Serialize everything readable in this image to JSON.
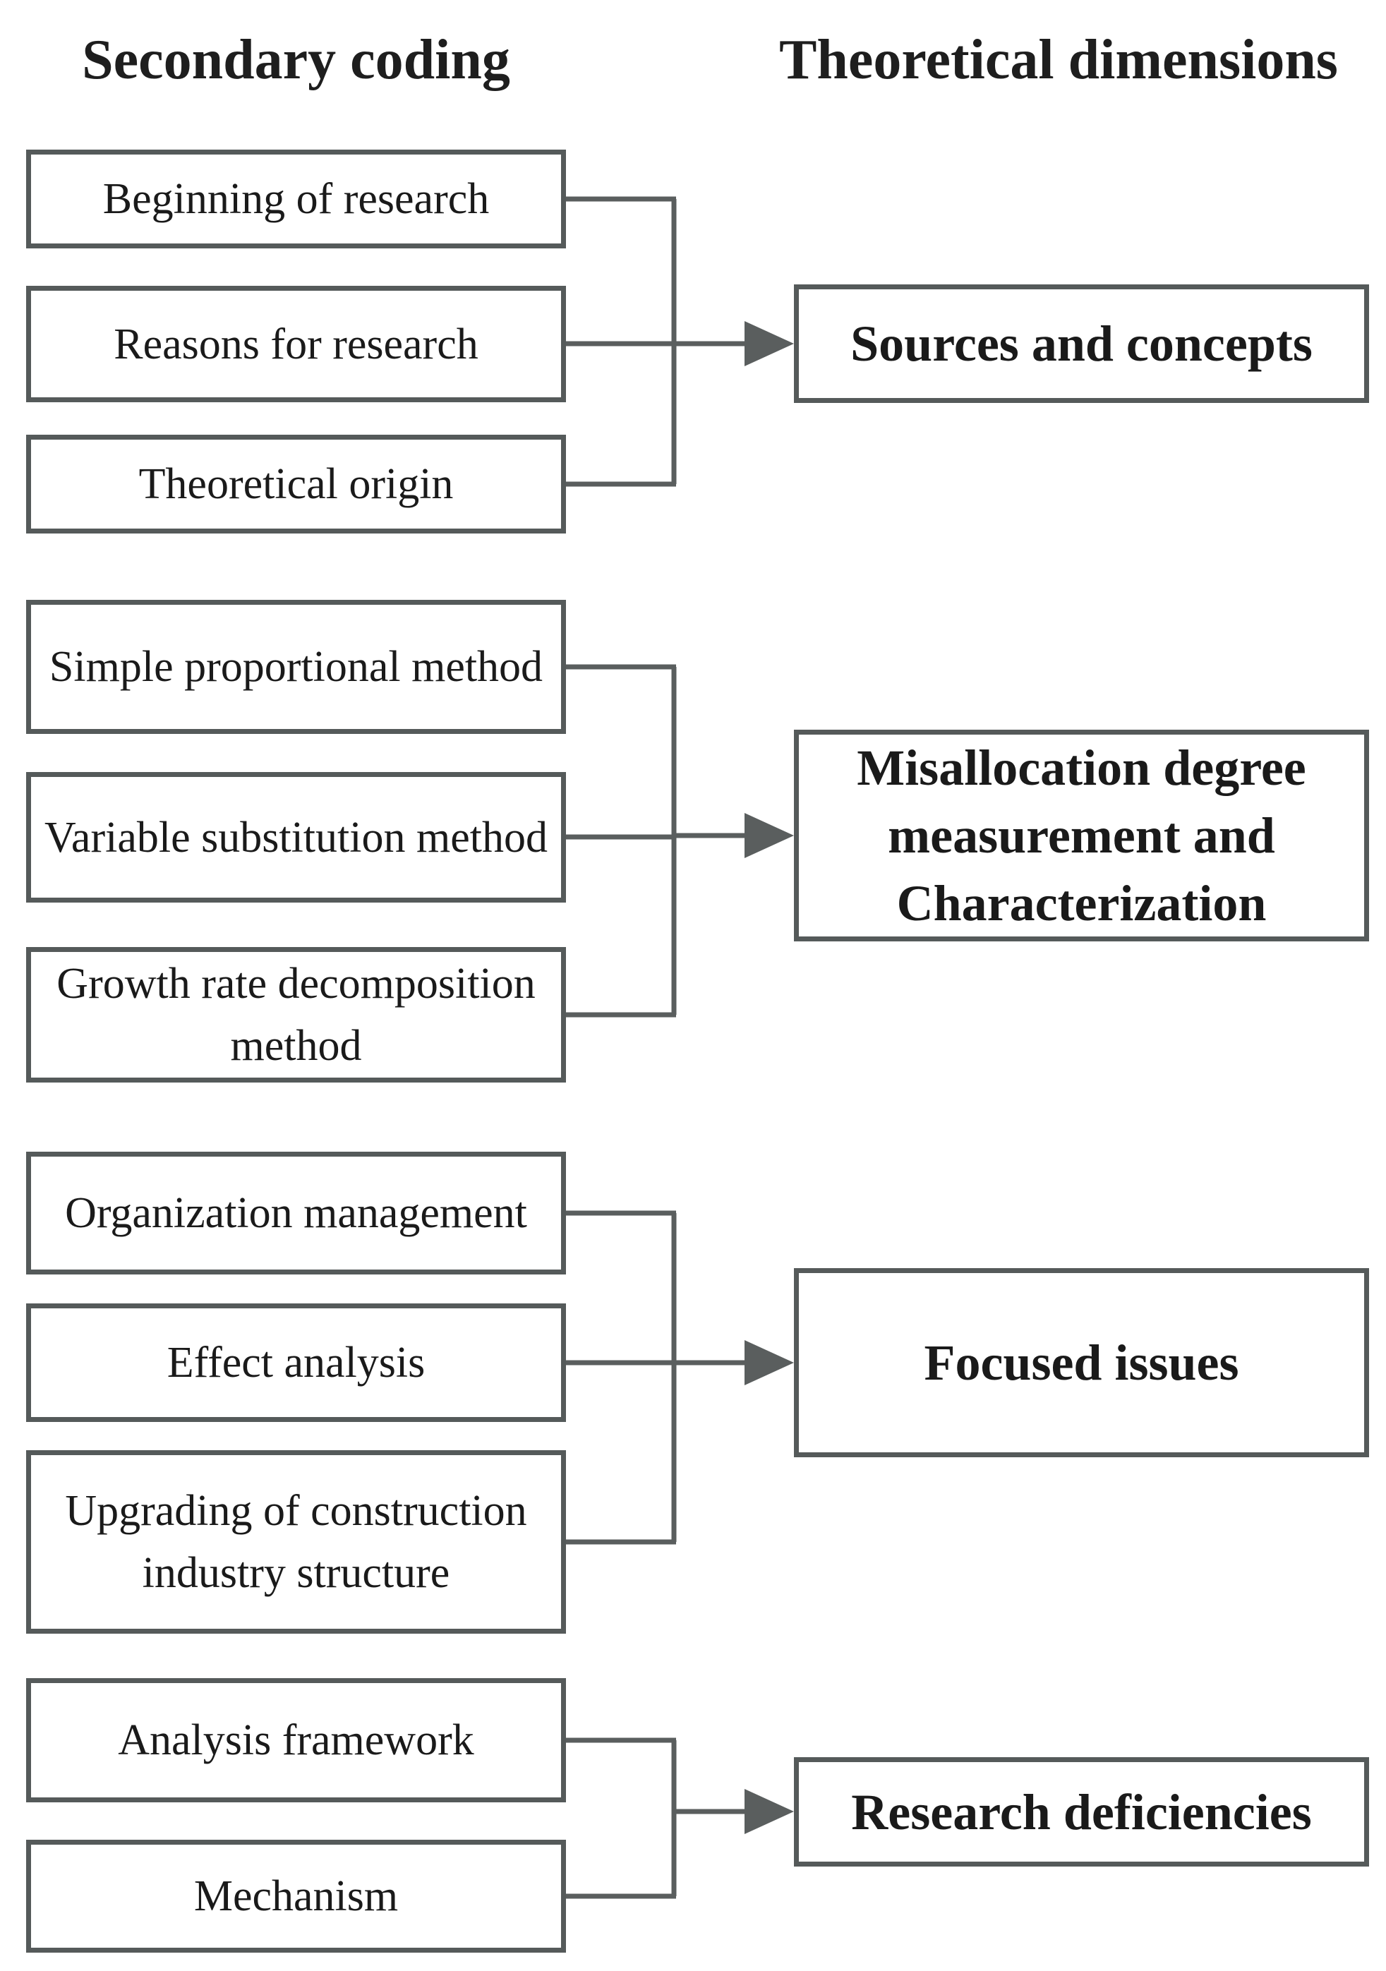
{
  "headers": {
    "secondary_coding": "Secondary coding",
    "theoretical_dimensions": "Theoretical dimensions"
  },
  "groups": [
    {
      "dimension": "Sources and concepts",
      "codes": [
        "Beginning of research",
        "Reasons for research",
        "Theoretical origin"
      ]
    },
    {
      "dimension": "Misallocation degree measurement and Characterization",
      "codes": [
        "Simple proportional method",
        "Variable substitution method",
        "Growth rate decomposition method"
      ]
    },
    {
      "dimension": "Focused issues",
      "codes": [
        "Organization management",
        "Effect analysis",
        "Upgrading of construction industry structure"
      ]
    },
    {
      "dimension": "Research deficiencies",
      "codes": [
        "Analysis framework",
        "Mechanism"
      ]
    }
  ],
  "colors": {
    "border": "#555a5a",
    "connector": "#5a5e5e",
    "text": "#1a1a1a"
  }
}
